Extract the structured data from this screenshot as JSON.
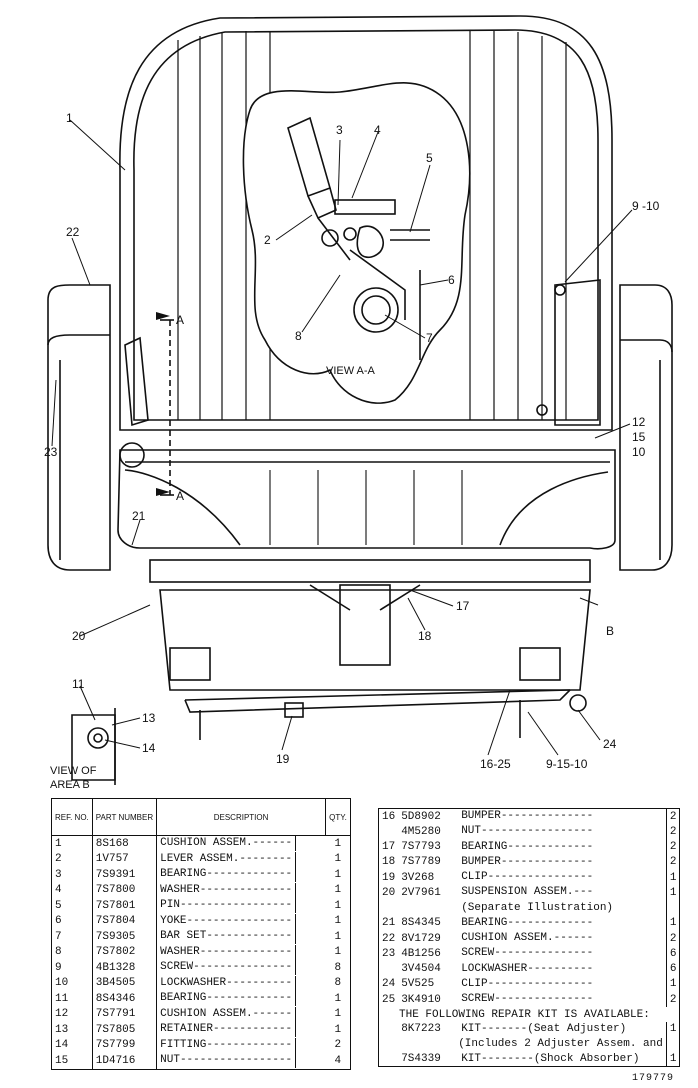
{
  "callouts": {
    "c1": "1",
    "c2": "2",
    "c3": "3",
    "c4": "4",
    "c5": "5",
    "c6": "6",
    "c7": "7",
    "c8": "8",
    "c9": "9 -10",
    "c11": "11",
    "c12": "12",
    "c15": "15",
    "c10": "10",
    "c13": "13",
    "c14": "14",
    "c17": "17",
    "c18": "18",
    "c19": "19",
    "c20": "20",
    "c21": "21",
    "c22": "22",
    "c23": "23",
    "c24": "24",
    "c1625": "16-25",
    "c91510": "9-15-10",
    "secA_top": "A",
    "secA_bot": "A",
    "secB": "B"
  },
  "view_aa": "VIEW A-A",
  "view_b": [
    "VIEW OF",
    "AREA B"
  ],
  "left_table": {
    "headers": [
      "REF. NO.",
      "PART NUMBER",
      "DESCRIPTION",
      "QTY."
    ],
    "rows": [
      {
        "no": "1",
        "pn": "8S168",
        "desc": "CUSHION ASSEM.",
        "qty": "1"
      },
      {
        "no": "2",
        "pn": "1V757",
        "desc": "LEVER ASSEM.",
        "qty": "1"
      },
      {
        "no": "3",
        "pn": "7S9391",
        "desc": "BEARING",
        "qty": "1"
      },
      {
        "no": "4",
        "pn": "7S7800",
        "desc": "WASHER",
        "qty": "1"
      },
      {
        "no": "5",
        "pn": "7S7801",
        "desc": "PIN",
        "qty": "1"
      },
      {
        "no": "6",
        "pn": "7S7804",
        "desc": "YOKE",
        "qty": "1"
      },
      {
        "no": "7",
        "pn": "7S9305",
        "desc": "BAR SET",
        "qty": "1"
      },
      {
        "no": "8",
        "pn": "7S7802",
        "desc": "WASHER",
        "qty": "1"
      },
      {
        "no": "9",
        "pn": "4B1328",
        "desc": "SCREW",
        "qty": "8"
      },
      {
        "no": "10",
        "pn": "3B4505",
        "desc": "LOCKWASHER",
        "qty": "8"
      },
      {
        "no": "11",
        "pn": "8S4346",
        "desc": "BEARING",
        "qty": "1"
      },
      {
        "no": "12",
        "pn": "7S7791",
        "desc": "CUSHION ASSEM.",
        "qty": "1"
      },
      {
        "no": "13",
        "pn": "7S7805",
        "desc": "RETAINER",
        "qty": "1"
      },
      {
        "no": "14",
        "pn": "7S7799",
        "desc": "FITTING",
        "qty": "2"
      },
      {
        "no": "15",
        "pn": "1D4716",
        "desc": "NUT",
        "qty": "4"
      }
    ]
  },
  "right_table": {
    "rows": [
      {
        "no": "16",
        "pn": "5D8902",
        "desc": "BUMPER",
        "qty": "2"
      },
      {
        "no": "",
        "pn": "4M5280",
        "desc": "NUT",
        "qty": "2"
      },
      {
        "no": "17",
        "pn": "7S7793",
        "desc": "BEARING",
        "qty": "2"
      },
      {
        "no": "18",
        "pn": "7S7789",
        "desc": "BUMPER",
        "qty": "2"
      },
      {
        "no": "19",
        "pn": "3V268",
        "desc": "CLIP",
        "qty": "1"
      },
      {
        "no": "20",
        "pn": "2V7961",
        "desc": "SUSPENSION ASSEM.",
        "qty": "1"
      },
      {
        "no": "",
        "pn": "",
        "desc": "(Separate Illustration)",
        "qty": ""
      },
      {
        "no": "21",
        "pn": "8S4345",
        "desc": "BEARING",
        "qty": "1"
      },
      {
        "no": "22",
        "pn": "8V1729",
        "desc": "CUSHION ASSEM.",
        "qty": "2"
      },
      {
        "no": "23",
        "pn": "4B1256",
        "desc": "SCREW",
        "qty": "6"
      },
      {
        "no": "",
        "pn": "3V4504",
        "desc": "LOCKWASHER",
        "qty": "6"
      },
      {
        "no": "24",
        "pn": "5V525",
        "desc": "CLIP",
        "qty": "1"
      },
      {
        "no": "25",
        "pn": "3K4910",
        "desc": "SCREW",
        "qty": "2"
      }
    ],
    "repair_kit": {
      "heading": "THE FOLLOWING REPAIR KIT IS AVAILABLE:",
      "pn": "8K7223",
      "kit": "KIT",
      "kit_desc": "(Seat Adjuster)",
      "qty": "1",
      "note1": "(Includes 2 Adjuster Assem. and",
      "pn2": "7S4339",
      "kit2": "KIT",
      "kit2_desc": "(Shock Absorber)",
      "qty2": "1"
    }
  },
  "figure_number": "179779"
}
